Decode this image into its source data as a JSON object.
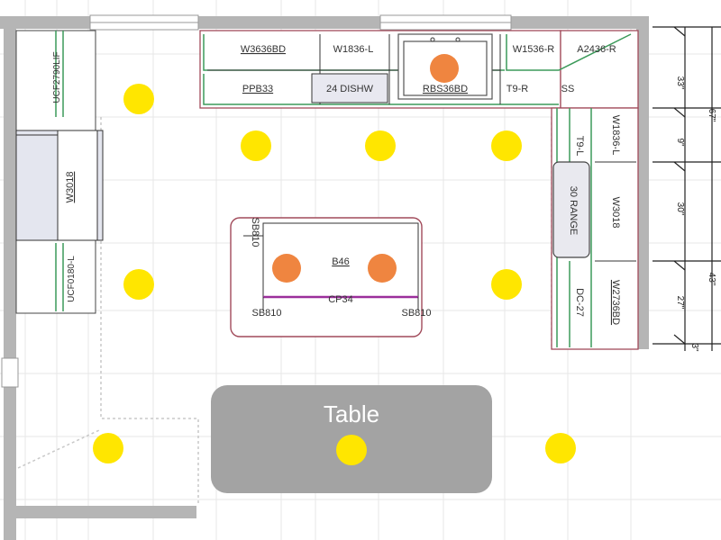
{
  "diagram": {
    "cabinet_labels": {
      "w3636bd": "W3636BD",
      "w1836l_top": "W1836-L",
      "w1536r": "W1536-R",
      "a2436r": "A2436-R",
      "ppb33": "PPB33",
      "dishw": "24 DISHW",
      "rbs36bd": "RBS36BD",
      "t9r": "T9-R",
      "ss": "SS",
      "w1836l_right": "W1836-L",
      "t9l": "T9-L",
      "range": "30 RANGE",
      "w3018_right": "W3018",
      "dc27": "DC-27",
      "w2736bd": "W2736BD",
      "w3018_left": "W3018",
      "ucf_top": "UCF2790LIF",
      "ucf_bottom": "UCF0180-L"
    },
    "island_labels": {
      "sb810_tl": "SB810",
      "b46": "B46",
      "cp34": "CP34",
      "sb810_bl": "SB810",
      "sb810_br": "SB810"
    },
    "table_label": "Table",
    "dimensions": {
      "d33": "33\"",
      "d67": "67\"",
      "d9": "9\"",
      "d30": "30\"",
      "d27": "27\"",
      "d43": "43\"",
      "d3": "3\""
    },
    "colors": {
      "wall": "#b5b5b5",
      "cabinet_outline": "#a14a5a",
      "counter_edge": "#3c9a5a",
      "recessed_light": "#ffe600",
      "pendant_light": "#ef8540",
      "table_fill": "#a3a3a3",
      "grid": "#e6e6e6"
    }
  }
}
